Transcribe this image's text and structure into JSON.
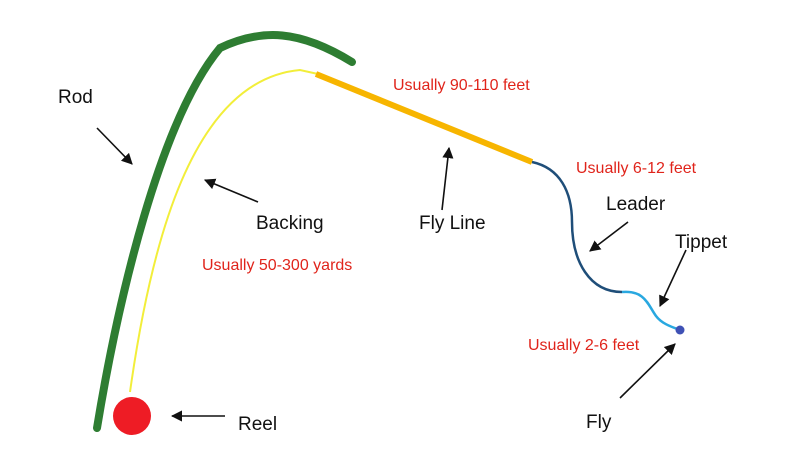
{
  "colors": {
    "rod": "#2e7d32",
    "backing": "#f2ee3a",
    "fly_line": "#f7b500",
    "leader": "#1f4e79",
    "tippet": "#29a8e0",
    "fly": "#3f51b5",
    "reel": "#ee1c25",
    "arrow": "#111111",
    "note": "#e0241b"
  },
  "labels": {
    "rod": "Rod",
    "backing": "Backing",
    "fly_line": "Fly Line",
    "leader": "Leader",
    "tippet": "Tippet",
    "fly": "Fly",
    "reel": "Reel"
  },
  "notes": {
    "fly_line": "Usually 90-110 feet",
    "leader": "Usually 6-12 feet",
    "backing": "Usually 50-300 yards",
    "tippet": "Usually 2-6 feet"
  }
}
